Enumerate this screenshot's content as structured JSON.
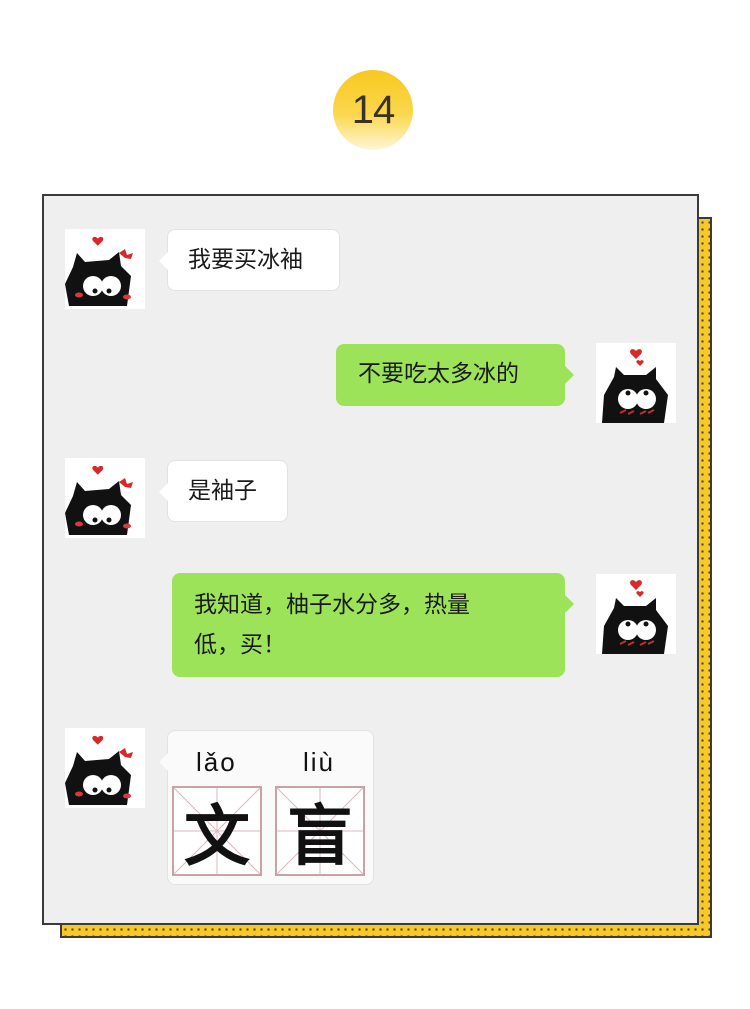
{
  "badge": {
    "number": "14",
    "color": "#f9c81e"
  },
  "frame": {
    "panel_color": "#efefef",
    "shadow_color": "#f7c928",
    "border_color": "#3b3b3b"
  },
  "messages": [
    {
      "side": "left",
      "avatar": "black-furball-cat-bow-icon",
      "text": "我要买冰袖"
    },
    {
      "side": "right",
      "avatar": "black-furball-cat-hearts-icon",
      "text": "不要吃太多冰的"
    },
    {
      "side": "left",
      "avatar": "black-furball-cat-bow-icon",
      "text": "是袖子"
    },
    {
      "side": "right",
      "avatar": "black-furball-cat-hearts-icon",
      "text_line1": "我知道，柚子水分多，热量",
      "text_line2": "低，买！"
    },
    {
      "side": "left",
      "avatar": "black-furball-cat-bow-icon",
      "sticker": {
        "chars": [
          {
            "pinyin": "lǎo",
            "char": "文"
          },
          {
            "pinyin": "liù",
            "char": "盲"
          }
        ]
      }
    }
  ],
  "colors": {
    "left_bubble": "#ffffff",
    "right_bubble": "#9de35a"
  }
}
